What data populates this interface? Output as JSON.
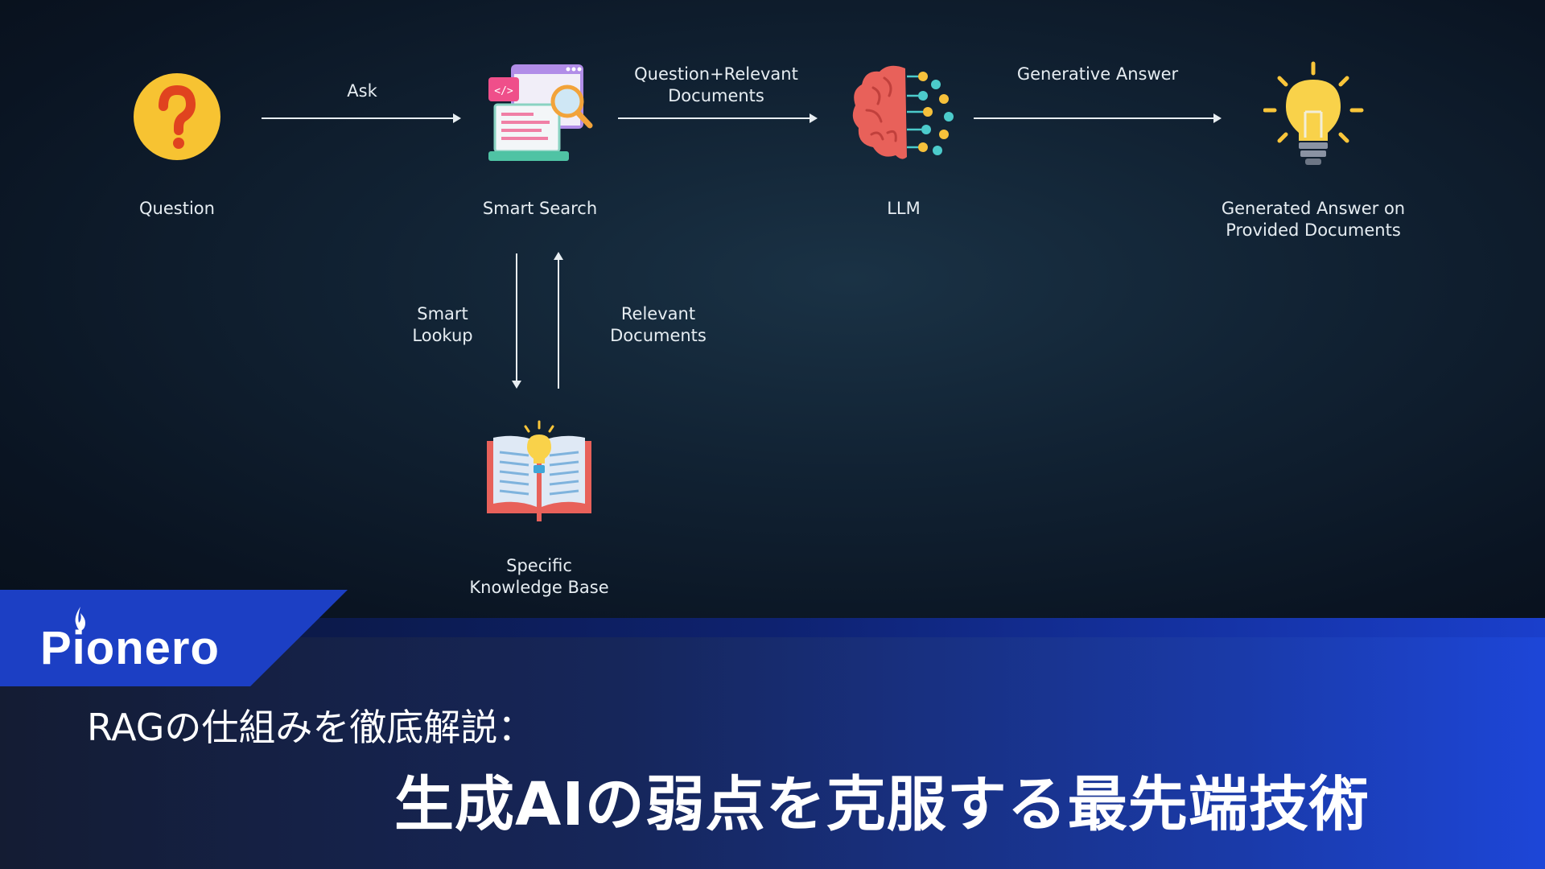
{
  "diagram": {
    "nodes": {
      "question": {
        "label": "Question",
        "icon": "question-mark-icon"
      },
      "smart_search": {
        "label": "Smart Search",
        "icon": "search-window-icon"
      },
      "llm": {
        "label": "LLM",
        "icon": "brain-icon"
      },
      "answer": {
        "label_line1": "Generated Answer on",
        "label_line2": "Provided Documents",
        "icon": "lightbulb-icon"
      },
      "knowledge_base": {
        "label_line1": "Specific",
        "label_line2": "Knowledge Base",
        "icon": "book-lightbulb-icon"
      }
    },
    "edges": {
      "ask": "Ask",
      "question_relevant_line1": "Question+Relevant",
      "question_relevant_line2": "Documents",
      "generative_answer": "Generative Answer",
      "smart_lookup_line1": "Smart",
      "smart_lookup_line2": "Lookup",
      "relevant_docs_line1": "Relevant",
      "relevant_docs_line2": "Documents"
    }
  },
  "banner": {
    "logo": "Pionero",
    "subtitle": "RAGの仕組みを徹底解説：",
    "headline": "生成AIの弱点を克服する最先端技術"
  },
  "colors": {
    "accent_blue": "#1d46d8",
    "question_yellow": "#f7c332",
    "brain_red": "#e8615a",
    "bulb_yellow": "#f9d24a"
  }
}
